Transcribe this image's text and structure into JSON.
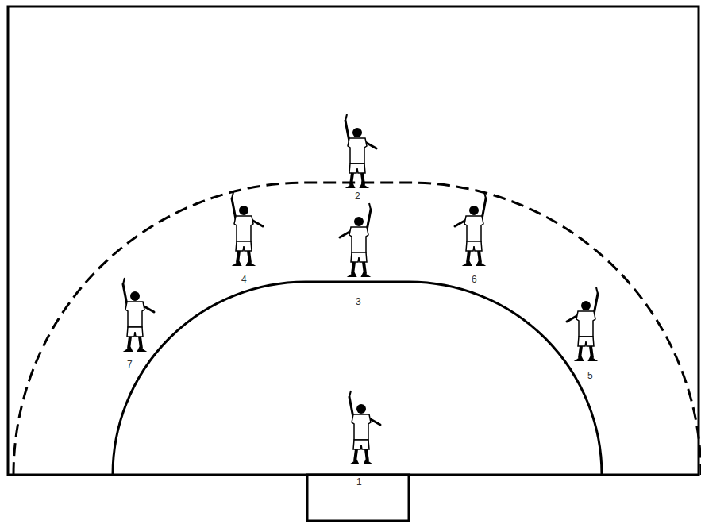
{
  "diagram": {
    "labels": [
      "2",
      "4",
      "3",
      "6",
      "7",
      "5",
      "1"
    ]
  }
}
